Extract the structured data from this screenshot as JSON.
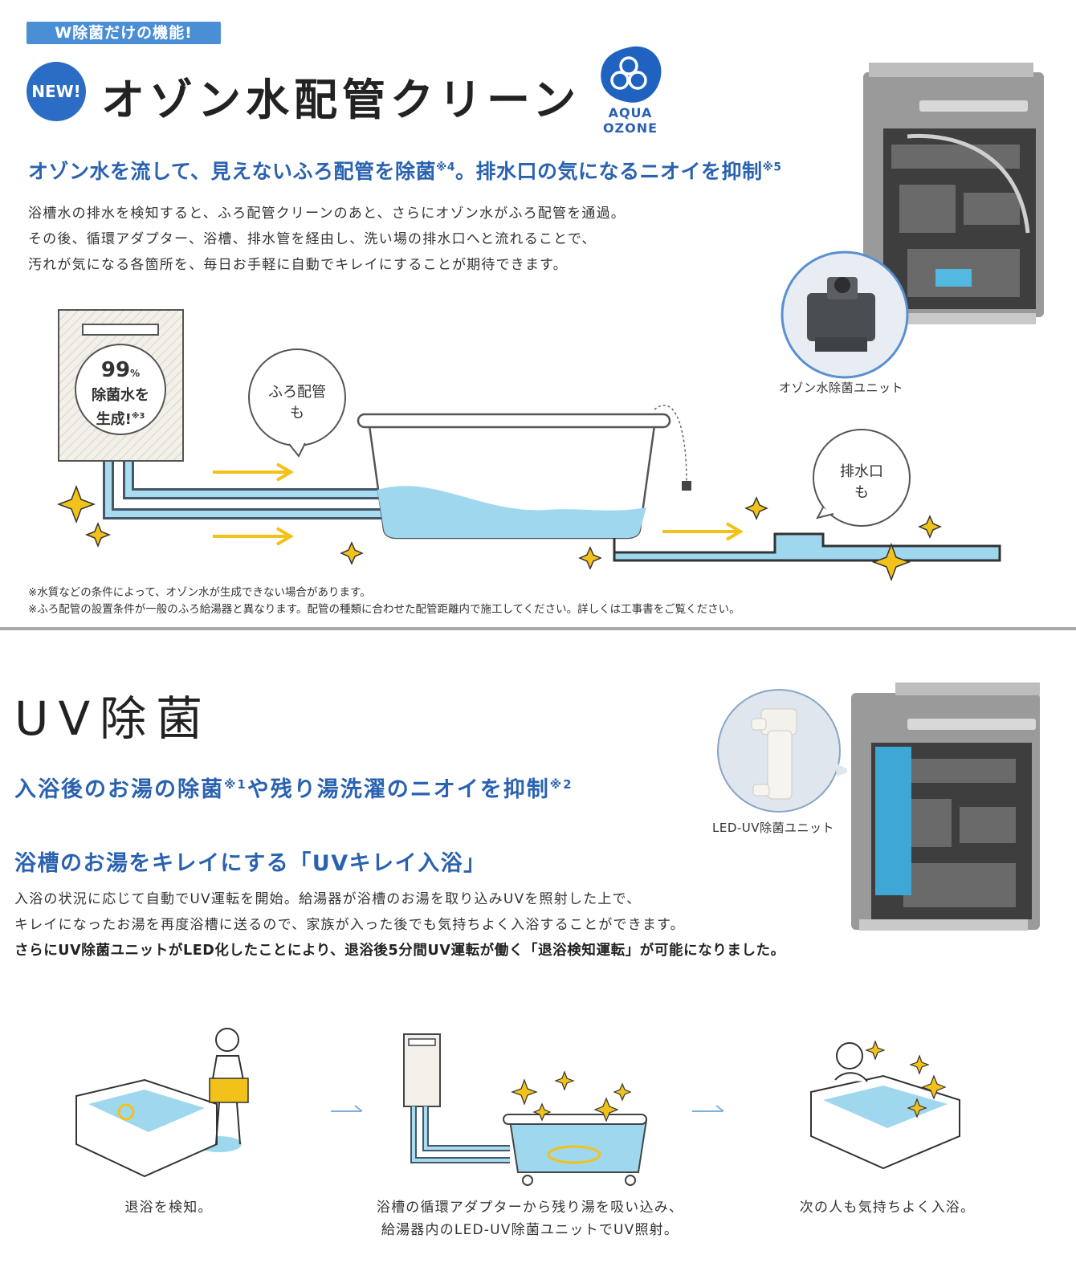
{
  "ozone": {
    "badge": "W除菌だけの機能!",
    "new_label": "NEW!",
    "title": "オゾン水配管クリーン",
    "logo_line1": "AQUA",
    "logo_line2": "OZONE",
    "lead_a": "オゾン水を流して、見えないふろ配管を除菌",
    "lead_sup_a": "※4",
    "lead_b": "。排水口の気になるニオイを抑制",
    "lead_sup_b": "※5",
    "body": [
      "浴槽水の排水を検知すると、ふろ配管クリーンのあと、さらにオゾン水がふろ配管を通過。",
      "その後、循環アダプター、浴槽、排水管を経由し、洗い場の排水口へと流れることで、",
      "汚れが気になる各箇所を、毎日お手軽に自動でキレイにすることが期待できます。"
    ],
    "unit_label": "オゾン水除菌ユニット",
    "heater_percent": "99",
    "heater_percent_unit": "%",
    "heater_line1": "除菌水を",
    "heater_line2": "生成!",
    "heater_sup": "※3",
    "bubble_pipe_1": "ふろ配管",
    "bubble_pipe_2": "も",
    "bubble_drain_1": "排水口",
    "bubble_drain_2": "も",
    "notes": [
      "※水質などの条件によって、オゾン水が生成できない場合があります。",
      "※ふろ配管の設置条件が一般のふろ給湯器と異なります。配管の種類に合わせた配管距離内で施工してください。詳しくは工事書をご覧ください。"
    ]
  },
  "uv": {
    "title": "UV除菌",
    "lead_a": "入浴後のお湯の除菌",
    "lead_sup_a": "※1",
    "lead_b": "や残り湯洗濯のニオイを抑制",
    "lead_sup_b": "※2",
    "subhead": "浴槽のお湯をキレイにする「UVキレイ入浴」",
    "body": [
      "入浴の状況に応じて自動でUV運転を開始。給湯器が浴槽のお湯を取り込みUVを照射した上で、",
      "キレイになったお湯を再度浴槽に送るので、家族が入った後でも気持ちよく入浴することができます。"
    ],
    "body_strong": "さらにUV除菌ユニットがLED化したことにより、退浴後5分間UV運転が働く「退浴検知運転」が可能になりました。",
    "unit_label": "LED-UV除菌ユニット",
    "steps": [
      {
        "caption": [
          "退浴を検知。"
        ]
      },
      {
        "caption": [
          "浴槽の循環アダプターから残り湯を吸い込み、",
          "給湯器内のLED-UV除菌ユニットでUV照射。"
        ]
      },
      {
        "caption": [
          "次の人も気持ちよく入浴。"
        ]
      }
    ]
  },
  "colors": {
    "accent_blue": "#2a62b0",
    "water": "#9fd8ee",
    "sparkle": "#f2c21b",
    "arrow": "#f2c21b"
  }
}
